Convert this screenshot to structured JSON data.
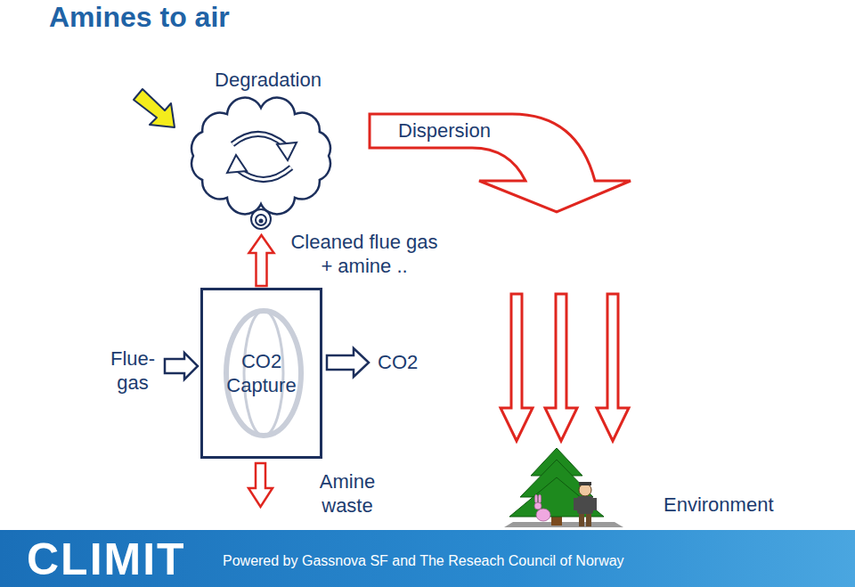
{
  "diagram": {
    "title": "Amines to air",
    "nodes": [
      {
        "text": [
          "Degradation"
        ]
      },
      {
        "text": [
          "CO2 Capture"
        ]
      }
    ],
    "edges": [
      {
        "from": 1,
        "to": 0,
        "arrow": "to",
        "label": "Cleaned flue gas + amine .."
      }
    ],
    "labels": [
      "Dispersion",
      "Flue-gas",
      "CO2",
      "Amine waste",
      "Environment",
      "CLIMIT",
      "Powered by Gassnova SF and The Reseach Council of Norway"
    ]
  }
}
